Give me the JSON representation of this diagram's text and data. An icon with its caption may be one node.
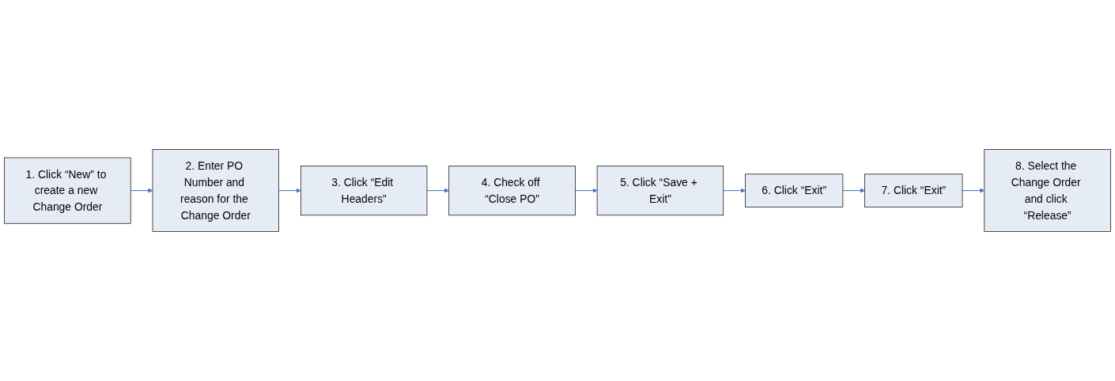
{
  "diagram": {
    "nodes": [
      {
        "text": [
          "1. Click “New” to create a new Change Order"
        ]
      },
      {
        "text": [
          "2. Enter PO Number and reason for the Change Order"
        ]
      },
      {
        "text": [
          "3. Click “Edit Headers”"
        ]
      },
      {
        "text": [
          "4. Check off “Close PO”"
        ]
      },
      {
        "text": [
          "5. Click “Save + Exit”"
        ]
      },
      {
        "text": [
          "6. Click “Exit”"
        ]
      },
      {
        "text": [
          "7. Click “Exit”"
        ]
      },
      {
        "text": [
          "8. Select the Change Order and click “Release”"
        ]
      }
    ],
    "edges": [
      {
        "from": 0,
        "to": 1,
        "arrow": "to"
      },
      {
        "from": 1,
        "to": 2,
        "arrow": "to"
      },
      {
        "from": 2,
        "to": 3,
        "arrow": "to"
      },
      {
        "from": 3,
        "to": 4,
        "arrow": "to"
      },
      {
        "from": 4,
        "to": 5,
        "arrow": "to"
      },
      {
        "from": 5,
        "to": 6,
        "arrow": "to"
      },
      {
        "from": 6,
        "to": 7,
        "arrow": "to"
      }
    ]
  }
}
